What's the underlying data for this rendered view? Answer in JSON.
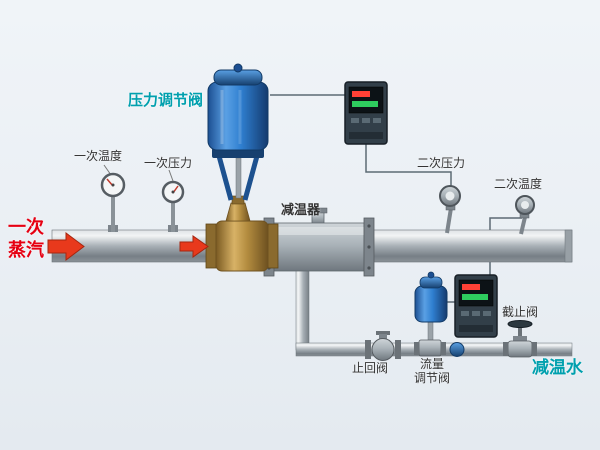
{
  "diagram": {
    "labels": {
      "primary_steam": [
        "一次",
        "蒸汽"
      ],
      "primary_temperature": "一次温度",
      "primary_pressure": "一次压力",
      "pressure_regulating_valve": "压力调节阀",
      "desuperheater": "减温器",
      "secondary_pressure": "二次压力",
      "secondary_temperature": "二次温度",
      "check_valve": "止回阀",
      "flow_regulating_valve": [
        "流量",
        "调节阀"
      ],
      "stop_valve": "截止阀",
      "cooling_water": "减温水"
    },
    "colors": {
      "background": "#ebf0f5",
      "steam_label_red": "#e60012",
      "teal_label": "#00a0ae",
      "dark_label": "#333333",
      "actuator_blue": "#2f7fd0",
      "valve_brass": "#b38c3f",
      "pipe_steel": "#a8b0b6",
      "controller_body": "#323f49",
      "display_red": "#ff4136",
      "display_green": "#2ecc5e",
      "flow_arrow_red": "#e8391c",
      "signal_line": "#5c6a74"
    }
  }
}
